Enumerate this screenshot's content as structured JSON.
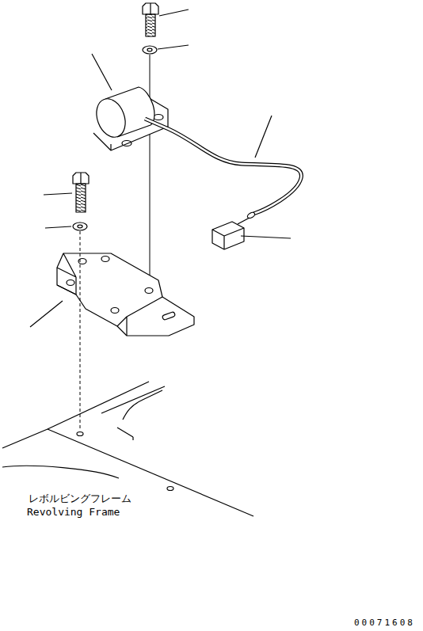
{
  "diagram": {
    "labels": [
      "レボルビングフレーム",
      "Revolving Frame",
      "00071608"
    ]
  }
}
